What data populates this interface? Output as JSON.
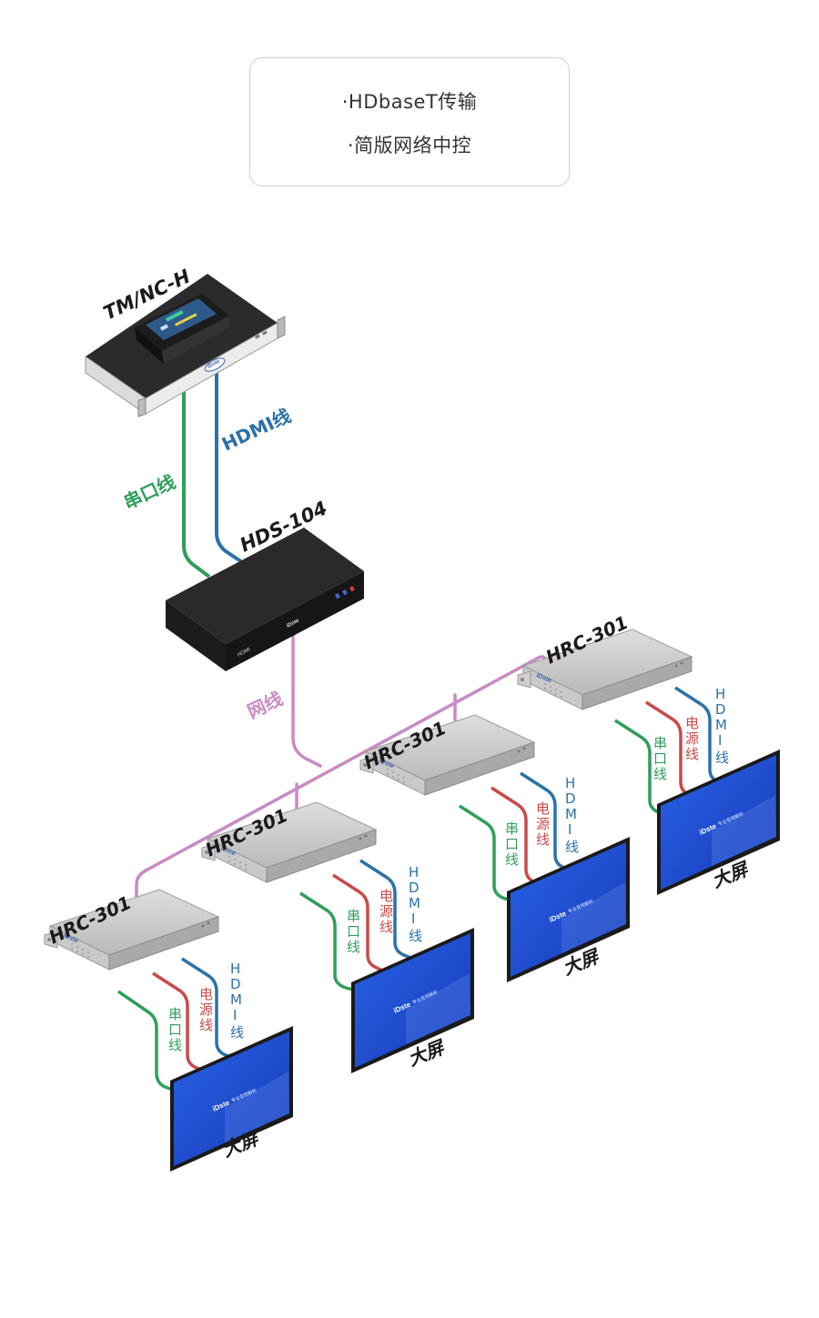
{
  "features": [
    "·HDbaseT传输",
    "·简版网络中控"
  ],
  "devices": {
    "controller": "TM/NC-H",
    "switch": "HDS-104",
    "receivers": [
      "HRC-301",
      "HRC-301",
      "HRC-301",
      "HRC-301"
    ]
  },
  "cables": {
    "serial": "串口线",
    "hdmi": "HDMI线",
    "network": "网线",
    "power": "电源线"
  },
  "vertical_labels": {
    "serial": [
      "串",
      "口",
      "线"
    ],
    "power": [
      "电",
      "源",
      "线"
    ],
    "hdmi": [
      "H",
      "D",
      "M",
      "I",
      "线"
    ]
  },
  "screen_label": "大屏",
  "colors": {
    "serial": "#2e9e5b",
    "hdmi": "#2a72a8",
    "network": "#c98ac4",
    "power": "#c94a48",
    "screen": "#1f4fd0"
  },
  "icons": [
    "touch-panel-icon",
    "rack-unit-icon",
    "switch-box-icon",
    "receiver-box-icon",
    "display-screen-icon"
  ]
}
